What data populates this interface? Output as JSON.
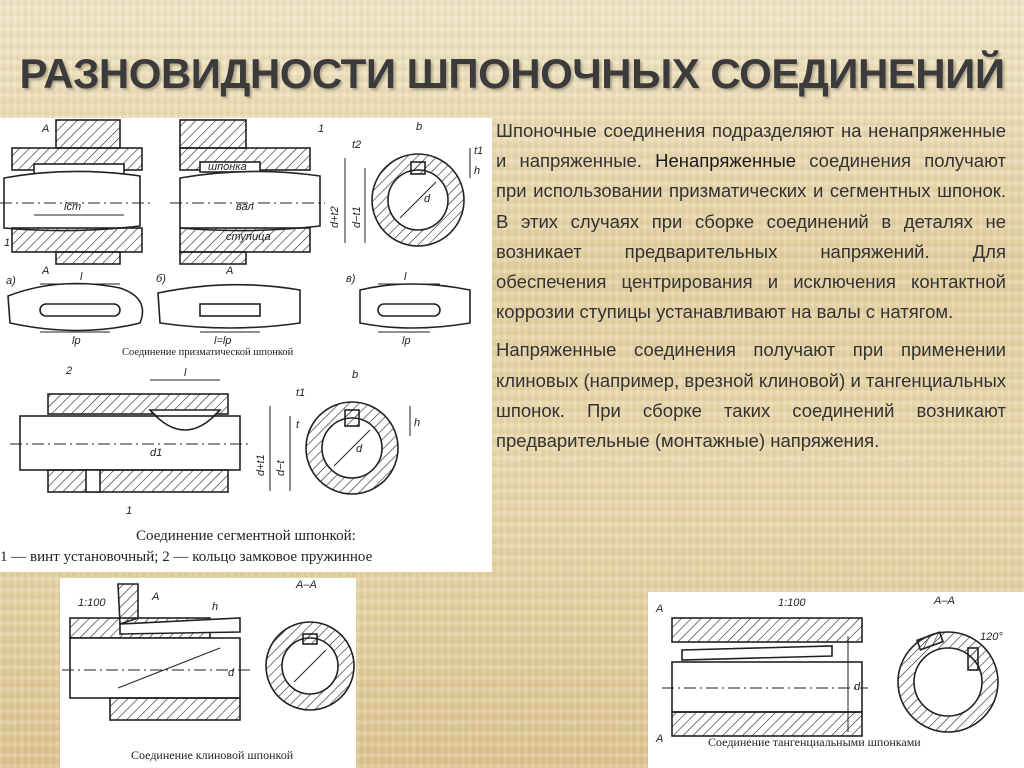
{
  "title": "РАЗНОВИДНОСТИ ШПОНОЧНЫХ СОЕДИНЕНИЙ",
  "body": {
    "paragraph1_part1": "Шпоночные соединения подразделяют на ненапряженные и напряженные.",
    "paragraph1_emphasis": "Ненапряженные",
    "paragraph1_part2": "соединения получают при использовании призматических и сегментных шпонок. В этих случаях при сборке соединений в деталях не возникает предварительных напряжений. Для обеспечения центрирования и исключения контактной коррозии ступицы устанавливают на валы с натягом.",
    "paragraph2": "Напряженные соединения получают при применении клиновых (например, врезной клиновой) и тангенциальных шпонок. При сборке таких соединений возникают предварительные (монтажные) напряжения."
  },
  "figures": {
    "prismatic": {
      "caption": "Соединение призматической шпонкой",
      "labels": {
        "a": "А",
        "one": "1",
        "lcm": "lcm",
        "key": "шпонка",
        "shaft": "вал",
        "hub": "ступица",
        "b": "b",
        "t2": "t2",
        "t1": "t1",
        "h": "h",
        "dt2": "d+t2",
        "dt1": "d−t1",
        "d": "d",
        "va": "а)",
        "vb": "б)",
        "vc": "в)",
        "l": "l",
        "lp": "lp",
        "leq": "l=lp"
      }
    },
    "segment": {
      "caption_line1": "Соединение сегментной шпонкой:",
      "caption_line2": "1 — винт установочный; 2 — кольцо замковое пружинное",
      "labels": {
        "two": "2",
        "one": "1",
        "l": "l",
        "b": "b",
        "t1": "t1",
        "t": "t",
        "h": "h",
        "dt1": "d+t1",
        "dt": "d−t",
        "d": "d",
        "d1": "d1"
      }
    },
    "wedge": {
      "caption": "Соединение клиновой шпонкой",
      "labels": {
        "slope": "1:100",
        "a": "A",
        "h": "h",
        "d": "d",
        "aa": "A–A"
      }
    },
    "tangential": {
      "caption": "Соединение тангенциальными шпонками",
      "labels": {
        "slope": "1:100",
        "a": "A",
        "d": "d",
        "aa": "A–A",
        "angle": "120°"
      }
    }
  },
  "colors": {
    "background": "#e4d2a6",
    "title": "#3b3b3b",
    "text": "#333333",
    "hatch": "#222222"
  }
}
